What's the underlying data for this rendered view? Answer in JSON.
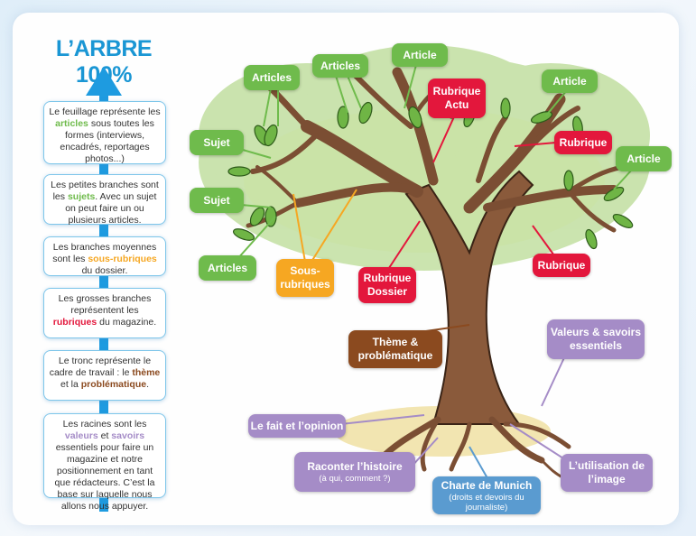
{
  "title": "L’ARBRE 100%",
  "colors": {
    "green": "#6fbb4c",
    "red": "#e3173c",
    "orange": "#f6a722",
    "brown": "#8b4a1f",
    "purple": "#a58cc7",
    "blue": "#5a9bd0",
    "axis": "#1e9be0"
  },
  "legend": [
    {
      "pre": "Le feuillage représente les ",
      "hl": "articles",
      "post": " sous toutes les formes (interviews, encadrés, reportages photos...)",
      "hl_color": "#6fbb4c"
    },
    {
      "pre": "Les petites branches sont les ",
      "hl": "sujets",
      "post": ". Avec un sujet on peut faire un ou plusieurs articles.",
      "hl_color": "#6fbb4c"
    },
    {
      "pre": "Les branches moyennes sont les ",
      "hl": "sous-rubriques",
      "post": " du dossier.",
      "hl_color": "#f6a722"
    },
    {
      "pre": "Les grosses branches représentent les ",
      "hl": "rubriques",
      "post": " du magazine.",
      "hl_color": "#e3173c"
    },
    {
      "pre": "Le tronc représente le cadre de travail : le ",
      "hl": "thème",
      "mid": " et la ",
      "hl2": "problématique",
      "post": ".",
      "hl_color": "#8b4a1f"
    },
    {
      "pre": "Les racines sont les ",
      "hl": "valeurs",
      "mid": " et ",
      "hl2": "savoirs",
      "post": " essentiels pour faire un magazine et notre positionnement en tant que rédacteurs. C’est la base sur laquelle nous allons nous appuyer.",
      "hl_color": "#a58cc7"
    }
  ],
  "labels": {
    "articles_1": "Articles",
    "articles_2": "Articles",
    "article_1": "Article",
    "article_2": "Article",
    "article_3": "Article",
    "articles_3": "Articles",
    "sujet_1": "Sujet",
    "sujet_2": "Sujet",
    "sous_rubriques_1": "Sous-",
    "sous_rubriques_2": "rubriques",
    "rubrique_actu_1": "Rubrique",
    "rubrique_actu_2": "Actu",
    "rubrique_1": "Rubrique",
    "rubrique_2": "Rubrique",
    "rubrique_dossier_1": "Rubrique",
    "rubrique_dossier_2": "Dossier",
    "theme_1": "Thème &",
    "theme_2": "problématique",
    "valeurs_1": "Valeurs & savoirs",
    "valeurs_2": "essentiels",
    "fait_opinion": "Le fait et l’opinion",
    "raconter_1": "Raconter l’histoire",
    "raconter_2": "(à qui, comment ?)",
    "charte_1": "Charte de Munich",
    "charte_2": "(droits et devoirs du journaliste)",
    "image_1": "L’utilisation de",
    "image_2": "l’image"
  }
}
